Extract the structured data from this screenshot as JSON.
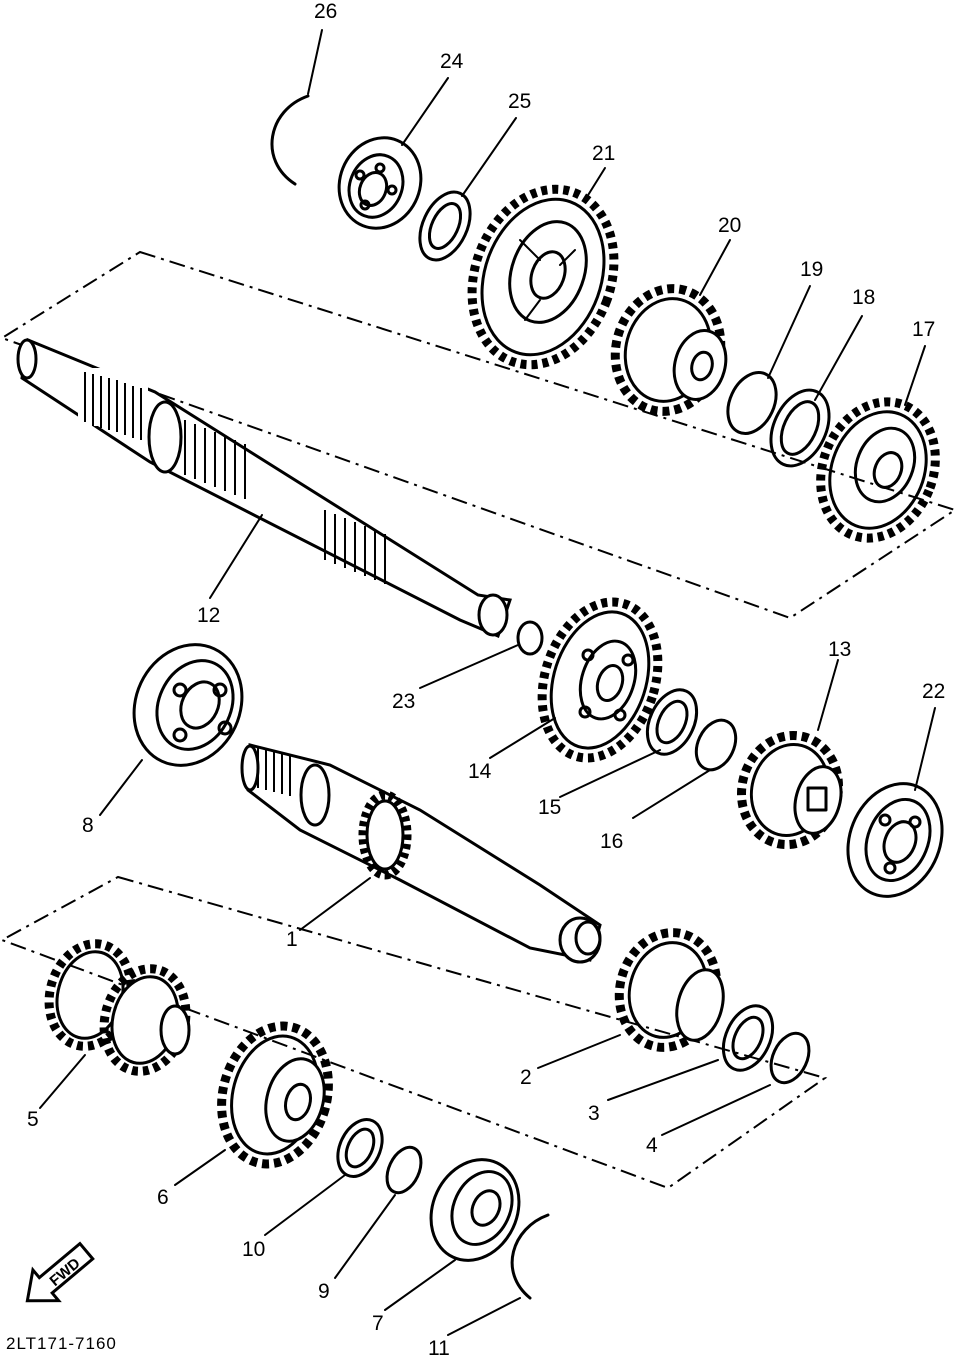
{
  "drawing_code": "2LT171-7160",
  "fwd_arrow_text": "FWD",
  "callouts": [
    {
      "id": "p1",
      "label": "1"
    },
    {
      "id": "p2",
      "label": "2"
    },
    {
      "id": "p3",
      "label": "3"
    },
    {
      "id": "p4",
      "label": "4"
    },
    {
      "id": "p5",
      "label": "5"
    },
    {
      "id": "p6",
      "label": "6"
    },
    {
      "id": "p7",
      "label": "7"
    },
    {
      "id": "p8",
      "label": "8"
    },
    {
      "id": "p9",
      "label": "9"
    },
    {
      "id": "p10",
      "label": "10"
    },
    {
      "id": "p11",
      "label": "11"
    },
    {
      "id": "p12",
      "label": "12"
    },
    {
      "id": "p13",
      "label": "13"
    },
    {
      "id": "p14",
      "label": "14"
    },
    {
      "id": "p15",
      "label": "15"
    },
    {
      "id": "p16",
      "label": "16"
    },
    {
      "id": "p17",
      "label": "17"
    },
    {
      "id": "p18",
      "label": "18"
    },
    {
      "id": "p19",
      "label": "19"
    },
    {
      "id": "p20",
      "label": "20"
    },
    {
      "id": "p21",
      "label": "21"
    },
    {
      "id": "p22",
      "label": "22"
    },
    {
      "id": "p23",
      "label": "23"
    },
    {
      "id": "p24",
      "label": "24"
    },
    {
      "id": "p25",
      "label": "25"
    },
    {
      "id": "p26",
      "label": "26"
    }
  ]
}
